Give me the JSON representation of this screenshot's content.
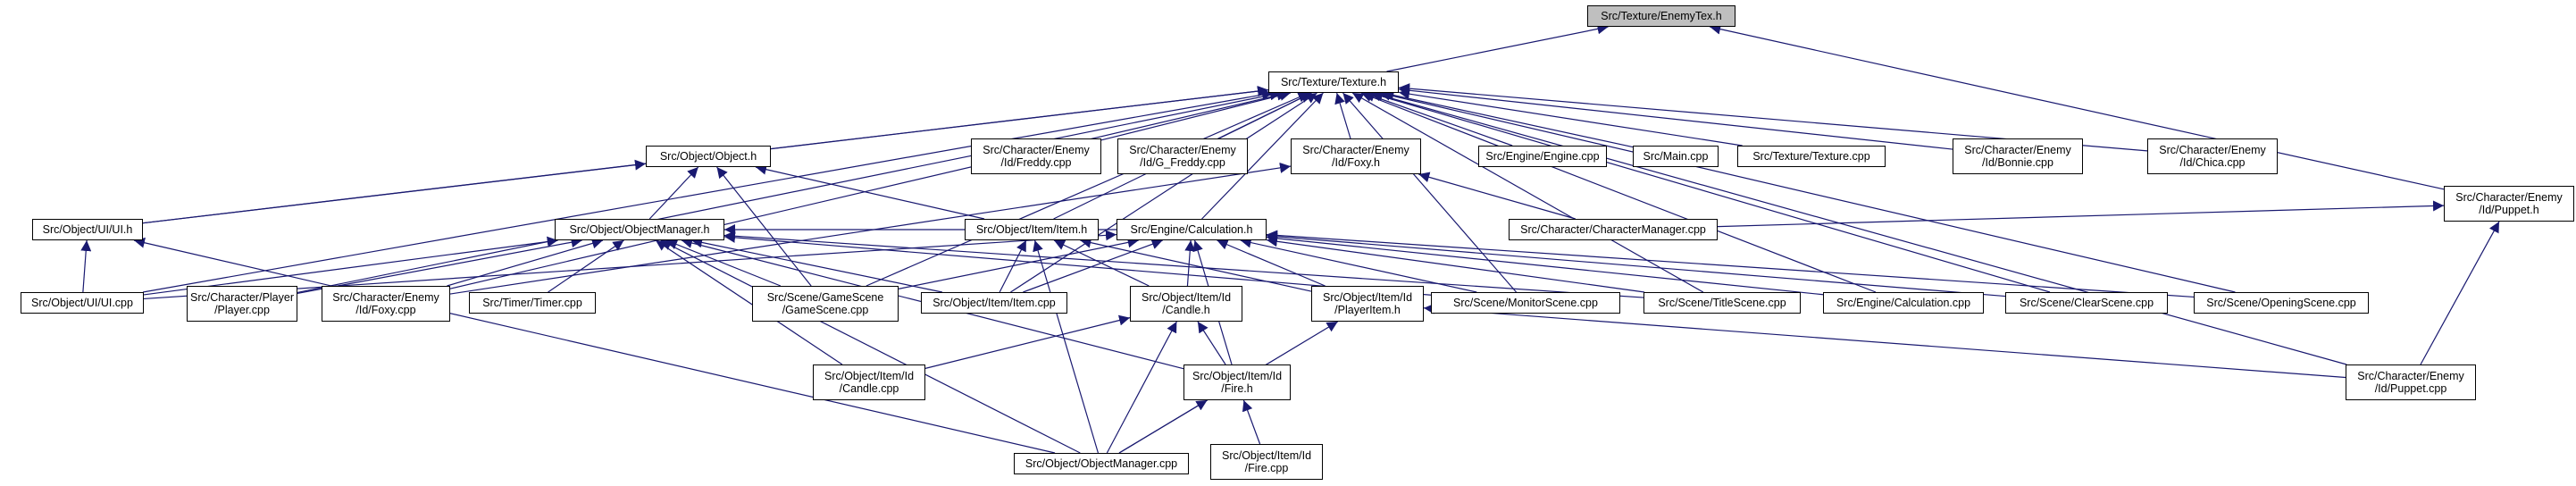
{
  "nodes": {
    "enemytex": [
      "Src/Texture/EnemyTex.h"
    ],
    "texture": [
      "Src/Texture/Texture.h"
    ],
    "object": [
      "Src/Object/Object.h"
    ],
    "freddy": [
      "Src/Character/Enemy",
      "/Id/Freddy.cpp"
    ],
    "gfreddy": [
      "Src/Character/Enemy",
      "/Id/G_Freddy.cpp"
    ],
    "foxyh": [
      "Src/Character/Enemy",
      "/Id/Foxy.h"
    ],
    "engine": [
      "Src/Engine/Engine.cpp"
    ],
    "main": [
      "Src/Main.cpp"
    ],
    "texcpp": [
      "Src/Texture/Texture.cpp"
    ],
    "bonnie": [
      "Src/Character/Enemy",
      "/Id/Bonnie.cpp"
    ],
    "chica": [
      "Src/Character/Enemy",
      "/Id/Chica.cpp"
    ],
    "puppeth": [
      "Src/Character/Enemy",
      "/Id/Puppet.h"
    ],
    "uih": [
      "Src/Object/UI/UI.h"
    ],
    "objmgrh": [
      "Src/Object/ObjectManager.h"
    ],
    "itemh": [
      "Src/Object/Item/Item.h"
    ],
    "calch": [
      "Src/Engine/Calculation.h"
    ],
    "charmgr": [
      "Src/Character/CharacterManager.cpp"
    ],
    "uicpp": [
      "Src/Object/UI/UI.cpp"
    ],
    "playercpp": [
      "Src/Character/Player",
      "/Player.cpp"
    ],
    "foxycpp": [
      "Src/Character/Enemy",
      "/Id/Foxy.cpp"
    ],
    "timer": [
      "Src/Timer/Timer.cpp"
    ],
    "gamescene": [
      "Src/Scene/GameScene",
      "/GameScene.cpp"
    ],
    "itemcpp": [
      "Src/Object/Item/Item.cpp"
    ],
    "candleh": [
      "Src/Object/Item/Id",
      "/Candle.h"
    ],
    "playeritemh": [
      "Src/Object/Item/Id",
      "/PlayerItem.h"
    ],
    "monitor": [
      "Src/Scene/MonitorScene.cpp"
    ],
    "title": [
      "Src/Scene/TitleScene.cpp"
    ],
    "calccpp": [
      "Src/Engine/Calculation.cpp"
    ],
    "clear": [
      "Src/Scene/ClearScene.cpp"
    ],
    "opening": [
      "Src/Scene/OpeningScene.cpp"
    ],
    "candlecpp": [
      "Src/Object/Item/Id",
      "/Candle.cpp"
    ],
    "fireh": [
      "Src/Object/Item/Id",
      "/Fire.h"
    ],
    "puppetcpp": [
      "Src/Character/Enemy",
      "/Id/Puppet.cpp"
    ],
    "objmgrcpp": [
      "Src/Object/ObjectManager.cpp"
    ],
    "firecpp": [
      "Src/Object/Item/Id",
      "/Fire.cpp"
    ]
  }
}
